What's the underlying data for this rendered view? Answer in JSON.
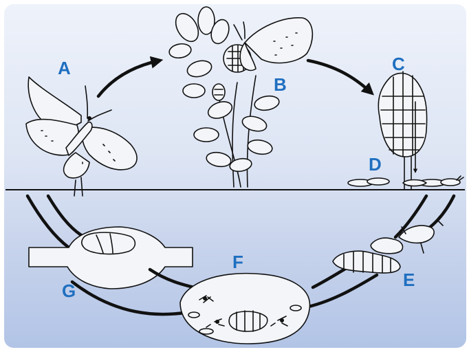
{
  "labels": {
    "A": "A",
    "B": "B",
    "C": "C",
    "D": "D",
    "E": "E",
    "F": "F",
    "G": "G"
  },
  "colors": {
    "label": "#1f6fc0",
    "ink": "#111111",
    "background_top": "#eef2fa",
    "background_bottom": "#b2c4e6"
  }
}
